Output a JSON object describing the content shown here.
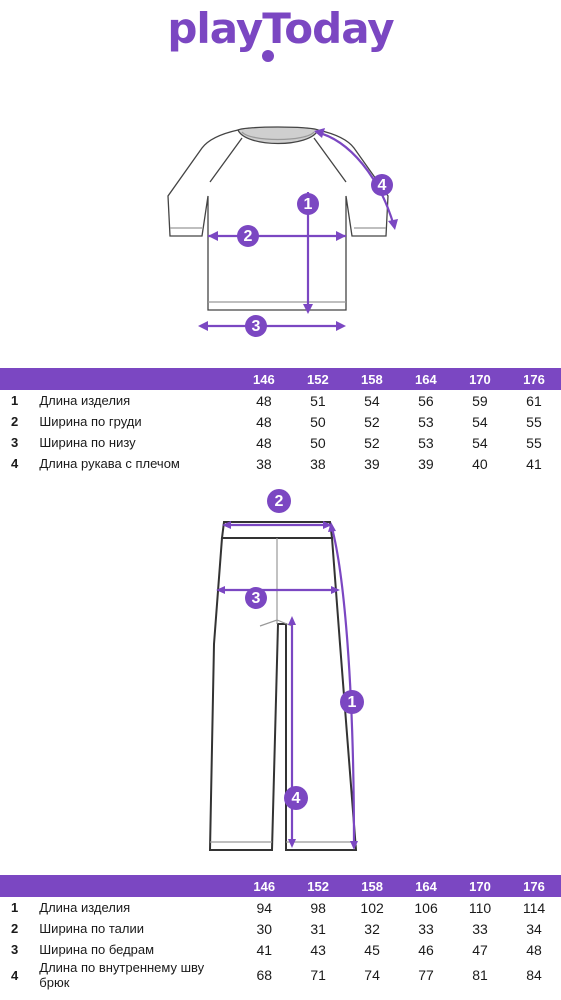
{
  "brand": {
    "name": "playToday",
    "color": "#7b47c2"
  },
  "colors": {
    "accent": "#7b47c2",
    "header_bg": "#7b47c2",
    "outline": "#333333"
  },
  "top_sketch": {
    "markers": [
      "1",
      "2",
      "3",
      "4"
    ]
  },
  "top_table": {
    "sizes": [
      "146",
      "152",
      "158",
      "164",
      "170",
      "176"
    ],
    "rows": [
      {
        "n": "1",
        "label": "Длина изделия",
        "values": [
          "48",
          "51",
          "54",
          "56",
          "59",
          "61"
        ]
      },
      {
        "n": "2",
        "label": "Ширина по груди",
        "values": [
          "48",
          "50",
          "52",
          "53",
          "54",
          "55"
        ]
      },
      {
        "n": "3",
        "label": "Ширина по низу",
        "values": [
          "48",
          "50",
          "52",
          "53",
          "54",
          "55"
        ]
      },
      {
        "n": "4",
        "label": "Длина рукава с плечом",
        "values": [
          "38",
          "38",
          "39",
          "39",
          "40",
          "41"
        ]
      }
    ]
  },
  "bottom_sketch": {
    "markers": [
      "1",
      "2",
      "3",
      "4"
    ]
  },
  "bottom_table": {
    "sizes": [
      "146",
      "152",
      "158",
      "164",
      "170",
      "176"
    ],
    "rows": [
      {
        "n": "1",
        "label": "Длина изделия",
        "values": [
          "94",
          "98",
          "102",
          "106",
          "110",
          "114"
        ]
      },
      {
        "n": "2",
        "label": "Ширина по талии",
        "values": [
          "30",
          "31",
          "32",
          "33",
          "33",
          "34"
        ]
      },
      {
        "n": "3",
        "label": "Ширина по бедрам",
        "values": [
          "41",
          "43",
          "45",
          "46",
          "47",
          "48"
        ]
      },
      {
        "n": "4",
        "label": "Длина по внутреннему шву брюк",
        "values": [
          "68",
          "71",
          "74",
          "77",
          "81",
          "84"
        ]
      }
    ]
  }
}
